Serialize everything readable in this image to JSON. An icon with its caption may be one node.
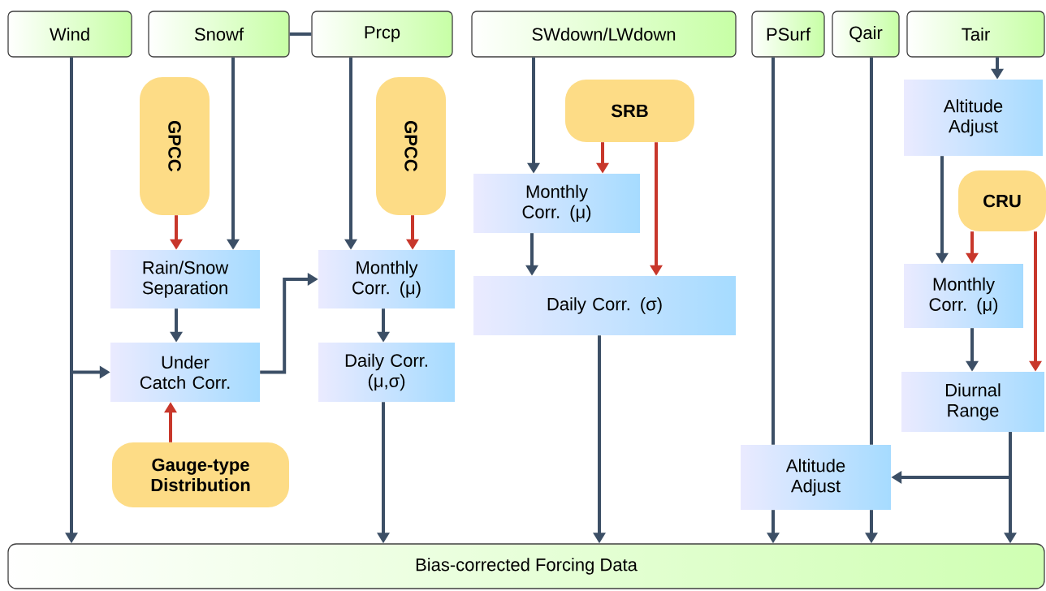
{
  "diagram": {
    "nodes": [
      {
        "text": [
          "Wind"
        ]
      },
      {
        "text": [
          "Snowf"
        ]
      },
      {
        "text": [
          "Prcp"
        ]
      },
      {
        "text": [
          "SWdown/LWdown"
        ]
      },
      {
        "text": [
          "PSurf"
        ]
      },
      {
        "text": [
          "Qair"
        ]
      },
      {
        "text": [
          "Tair"
        ]
      },
      {
        "text": [
          "GPCC"
        ]
      },
      {
        "text": [
          "GPCC"
        ]
      },
      {
        "text": [
          "SRB"
        ]
      },
      {
        "text": [
          "Altitude Adjust"
        ]
      },
      {
        "text": [
          "Monthly Corr. (μ)"
        ]
      },
      {
        "text": [
          "CRU"
        ]
      },
      {
        "text": [
          "Rain/Snow Separation"
        ]
      },
      {
        "text": [
          "Monthly Corr. (μ)"
        ]
      },
      {
        "text": [
          "Daily Corr. (σ)"
        ]
      },
      {
        "text": [
          "Monthly Corr. (μ)"
        ]
      },
      {
        "text": [
          "Under Catch Corr."
        ]
      },
      {
        "text": [
          "Daily Corr. (μ,σ)"
        ]
      },
      {
        "text": [
          "Diurnal Range"
        ]
      },
      {
        "text": [
          "Gauge-type Distribution"
        ]
      },
      {
        "text": [
          "Altitude Adjust"
        ]
      },
      {
        "text": [
          "Bias-corrected Forcing Data"
        ]
      }
    ],
    "edges": [
      {
        "from": 0,
        "to": 22,
        "arrow": "to"
      },
      {
        "from": 0,
        "to": 17,
        "arrow": "to"
      },
      {
        "from": 1,
        "to": 2,
        "arrow": "none"
      },
      {
        "from": 1,
        "to": 13,
        "arrow": "to"
      },
      {
        "from": 7,
        "to": 13,
        "arrow": "to",
        "color": "#c8372b"
      },
      {
        "from": 13,
        "to": 17,
        "arrow": "to"
      },
      {
        "from": 20,
        "to": 17,
        "arrow": "to",
        "color": "#c8372b"
      },
      {
        "from": 17,
        "to": 14,
        "arrow": "to"
      },
      {
        "from": 2,
        "to": 14,
        "arrow": "to"
      },
      {
        "from": 8,
        "to": 14,
        "arrow": "to",
        "color": "#c8372b"
      },
      {
        "from": 14,
        "to": 18,
        "arrow": "to"
      },
      {
        "from": 18,
        "to": 22,
        "arrow": "to"
      },
      {
        "from": 3,
        "to": 11,
        "arrow": "to"
      },
      {
        "from": 9,
        "to": 11,
        "arrow": "to",
        "color": "#c8372b"
      },
      {
        "from": 9,
        "to": 15,
        "arrow": "to",
        "color": "#c8372b"
      },
      {
        "from": 11,
        "to": 15,
        "arrow": "to"
      },
      {
        "from": 15,
        "to": 22,
        "arrow": "to"
      },
      {
        "from": 6,
        "to": 10,
        "arrow": "to"
      },
      {
        "from": 10,
        "to": 16,
        "arrow": "to"
      },
      {
        "from": 12,
        "to": 16,
        "arrow": "to",
        "color": "#c8372b"
      },
      {
        "from": 12,
        "to": 19,
        "arrow": "to",
        "color": "#c8372b"
      },
      {
        "from": 16,
        "to": 19,
        "arrow": "to"
      },
      {
        "from": 19,
        "to": 22,
        "arrow": "to"
      },
      {
        "from": 19,
        "to": 21,
        "arrow": "to"
      },
      {
        "from": 4,
        "to": 21,
        "arrow": "none"
      },
      {
        "from": 5,
        "to": 21,
        "arrow": "none"
      },
      {
        "from": 21,
        "to": 22,
        "arrow": "to"
      },
      {
        "from": 21,
        "to": 22,
        "arrow": "to"
      }
    ]
  }
}
